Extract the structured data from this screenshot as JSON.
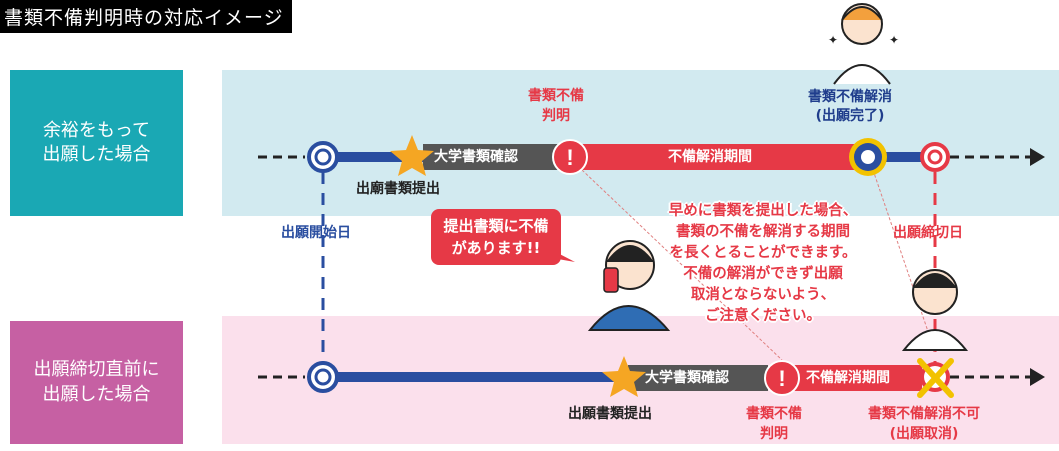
{
  "title": "書類不備判明時の対応イメージ",
  "rows": {
    "early": {
      "label": "余裕をもって\n出願した場合",
      "submit": "出廟書類提出",
      "check": "大学書類確認",
      "defect": "書類不備\n判明",
      "period": "不備解消期間",
      "resolved": "書類不備解消\n(出願完了)"
    },
    "late": {
      "label": "出願締切直前に\n出願した場合",
      "submit": "出願書類提出",
      "check": "大学書類確認",
      "defect": "書類不備\n判明",
      "period": "不備解消期間",
      "unresolved": "書類不備解消不可\n(出願取消)"
    }
  },
  "markers": {
    "start": "出願開始日",
    "deadline": "出願締切日"
  },
  "bubble": "提出書類に不備\nがあります!!",
  "note": "早めに書類を提出した場合、\n書類の不備を解消する期間\nを長くとることができます。\n不備の解消ができず出願\n取消とならないよう、\nご注意ください。",
  "colors": {
    "teal": "#1aa8b4",
    "magenta": "#c660a3",
    "red": "#e63946",
    "navy": "#1f3d8c",
    "yellow": "#f2c200",
    "star": "#f5a623"
  }
}
